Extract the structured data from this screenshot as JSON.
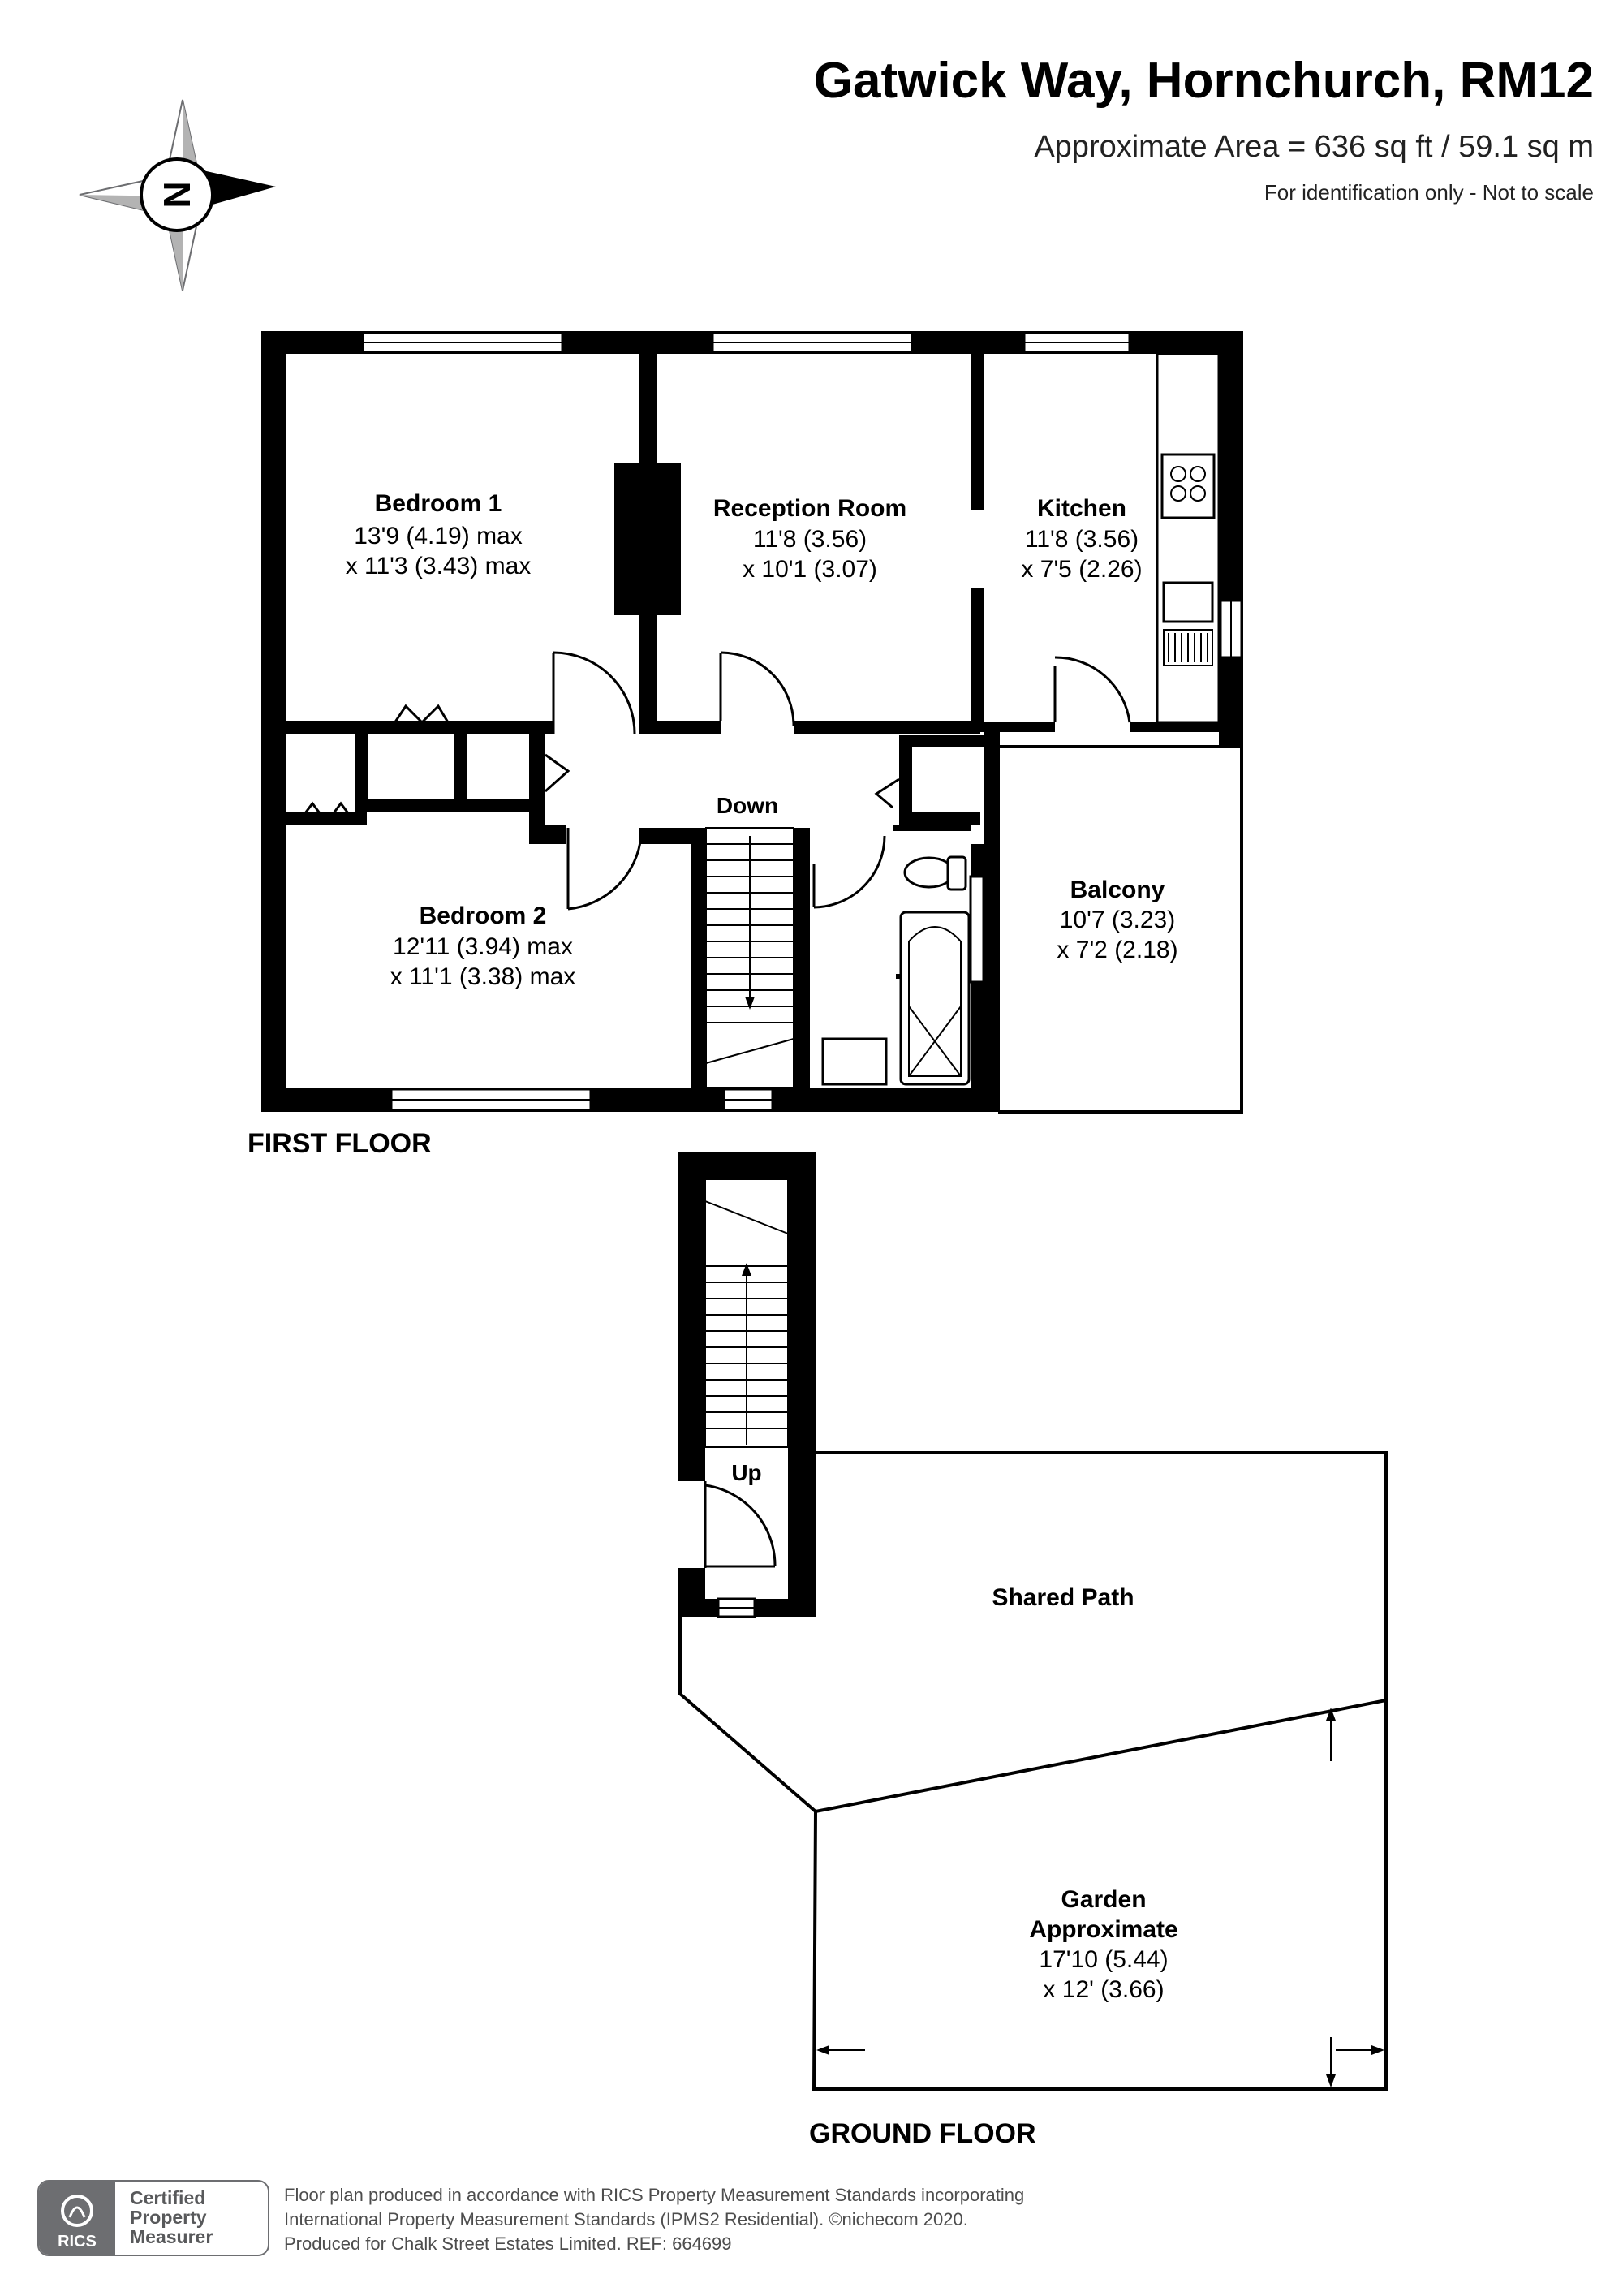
{
  "header": {
    "title": "Gatwick Way, Hornchurch, RM12",
    "area": "Approximate Area = 636 sq ft / 59.1 sq m",
    "note": "For identification only - Not to scale"
  },
  "compass": {
    "letter": "N",
    "icon": "compass-rose-icon"
  },
  "first_floor": {
    "label": "FIRST FLOOR",
    "rooms": {
      "bedroom1": {
        "name": "Bedroom 1",
        "dim1": "13'9 (4.19) max",
        "dim2": "x 11'3 (3.43) max"
      },
      "reception": {
        "name": "Reception Room",
        "dim1": "11'8 (3.56)",
        "dim2": "x 10'1 (3.07)"
      },
      "kitchen": {
        "name": "Kitchen",
        "dim1": "11'8 (3.56)",
        "dim2": "x 7'5 (2.26)"
      },
      "bedroom2": {
        "name": "Bedroom 2",
        "dim1": "12'11 (3.94) max",
        "dim2": "x 11'1 (3.38) max"
      },
      "balcony": {
        "name": "Balcony",
        "dim1": "10'7 (3.23)",
        "dim2": "x 7'2 (2.18)"
      }
    },
    "stairs_label": "Down"
  },
  "ground_floor": {
    "label": "GROUND FLOOR",
    "stairs_label": "Up",
    "shared_path": "Shared Path",
    "garden": {
      "name1": "Garden",
      "name2": "Approximate",
      "dim1": "17'10 (5.44)",
      "dim2": "x 12' (3.66)"
    }
  },
  "footer": {
    "badge_line1": "Certified",
    "badge_line2": "Property",
    "badge_line3": "Measurer",
    "badge_logo": "RICS",
    "line1": "Floor plan produced in accordance with RICS Property Measurement Standards incorporating",
    "line2": "International Property Measurement Standards (IPMS2 Residential).   ©nichecom 2020.",
    "line3": "Produced for Chalk Street Estates Limited.   REF:  664699"
  }
}
